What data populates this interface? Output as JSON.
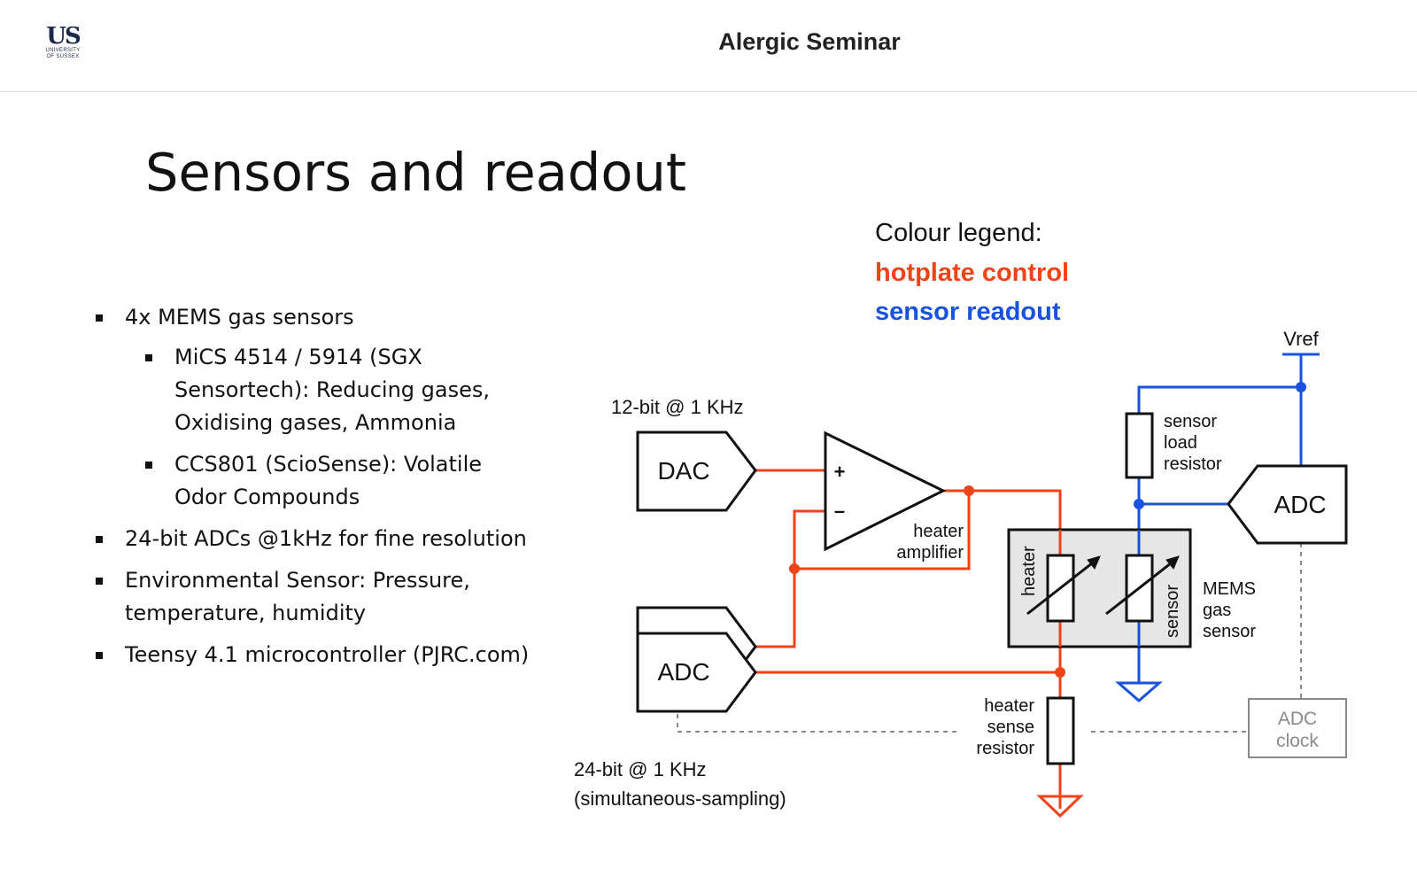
{
  "header": {
    "logo": {
      "mark": "US",
      "line1": "UNIVERSITY",
      "line2": "OF SUSSEX"
    },
    "title": "Alergic Seminar"
  },
  "slide": {
    "title": "Sensors and readout",
    "bullets": [
      {
        "text": "4x MEMS gas sensors",
        "sub": [
          {
            "text": "MiCS 4514 / 5914 (SGX Sensortech): Reducing gases, Oxidising gases, Ammonia"
          },
          {
            "text": "CCS801 (ScioSense): Volatile Odor Compounds"
          }
        ]
      },
      {
        "text": "24-bit ADCs @1kHz for fine resolution"
      },
      {
        "text": "Environmental Sensor: Pressure, temperature, humidity"
      },
      {
        "text": "Teensy 4.1 microcontroller (PJRC.com)"
      }
    ]
  },
  "legend": {
    "title": "Colour legend:",
    "hotplate": "hotplate control",
    "sensor": "sensor readout"
  },
  "colors": {
    "hotplate": "#f04418",
    "sensor": "#1a52e0",
    "clock": "#8a8a8a"
  },
  "diagram": {
    "dac_label": "DAC",
    "dac_spec": "12-bit @ 1 KHz",
    "adc_left_label": "ADC",
    "adc_left_spec_line1": "24-bit @ 1 KHz",
    "adc_left_spec_line2": "(simultaneous-sampling)",
    "plus": "+",
    "minus": "–",
    "amp_label_line1": "heater",
    "amp_label_line2": "amplifier",
    "vref": "Vref",
    "load_res_line1": "sensor",
    "load_res_line2": "load",
    "load_res_line3": "resistor",
    "adc_right_label": "ADC",
    "heater_rot": "heater",
    "sensor_rot": "sensor",
    "mems_line1": "MEMS",
    "mems_line2": "gas",
    "mems_line3": "sensor",
    "hs_res_line1": "heater",
    "hs_res_line2": "sense",
    "hs_res_line3": "resistor",
    "clock_line1": "ADC",
    "clock_line2": "clock"
  }
}
